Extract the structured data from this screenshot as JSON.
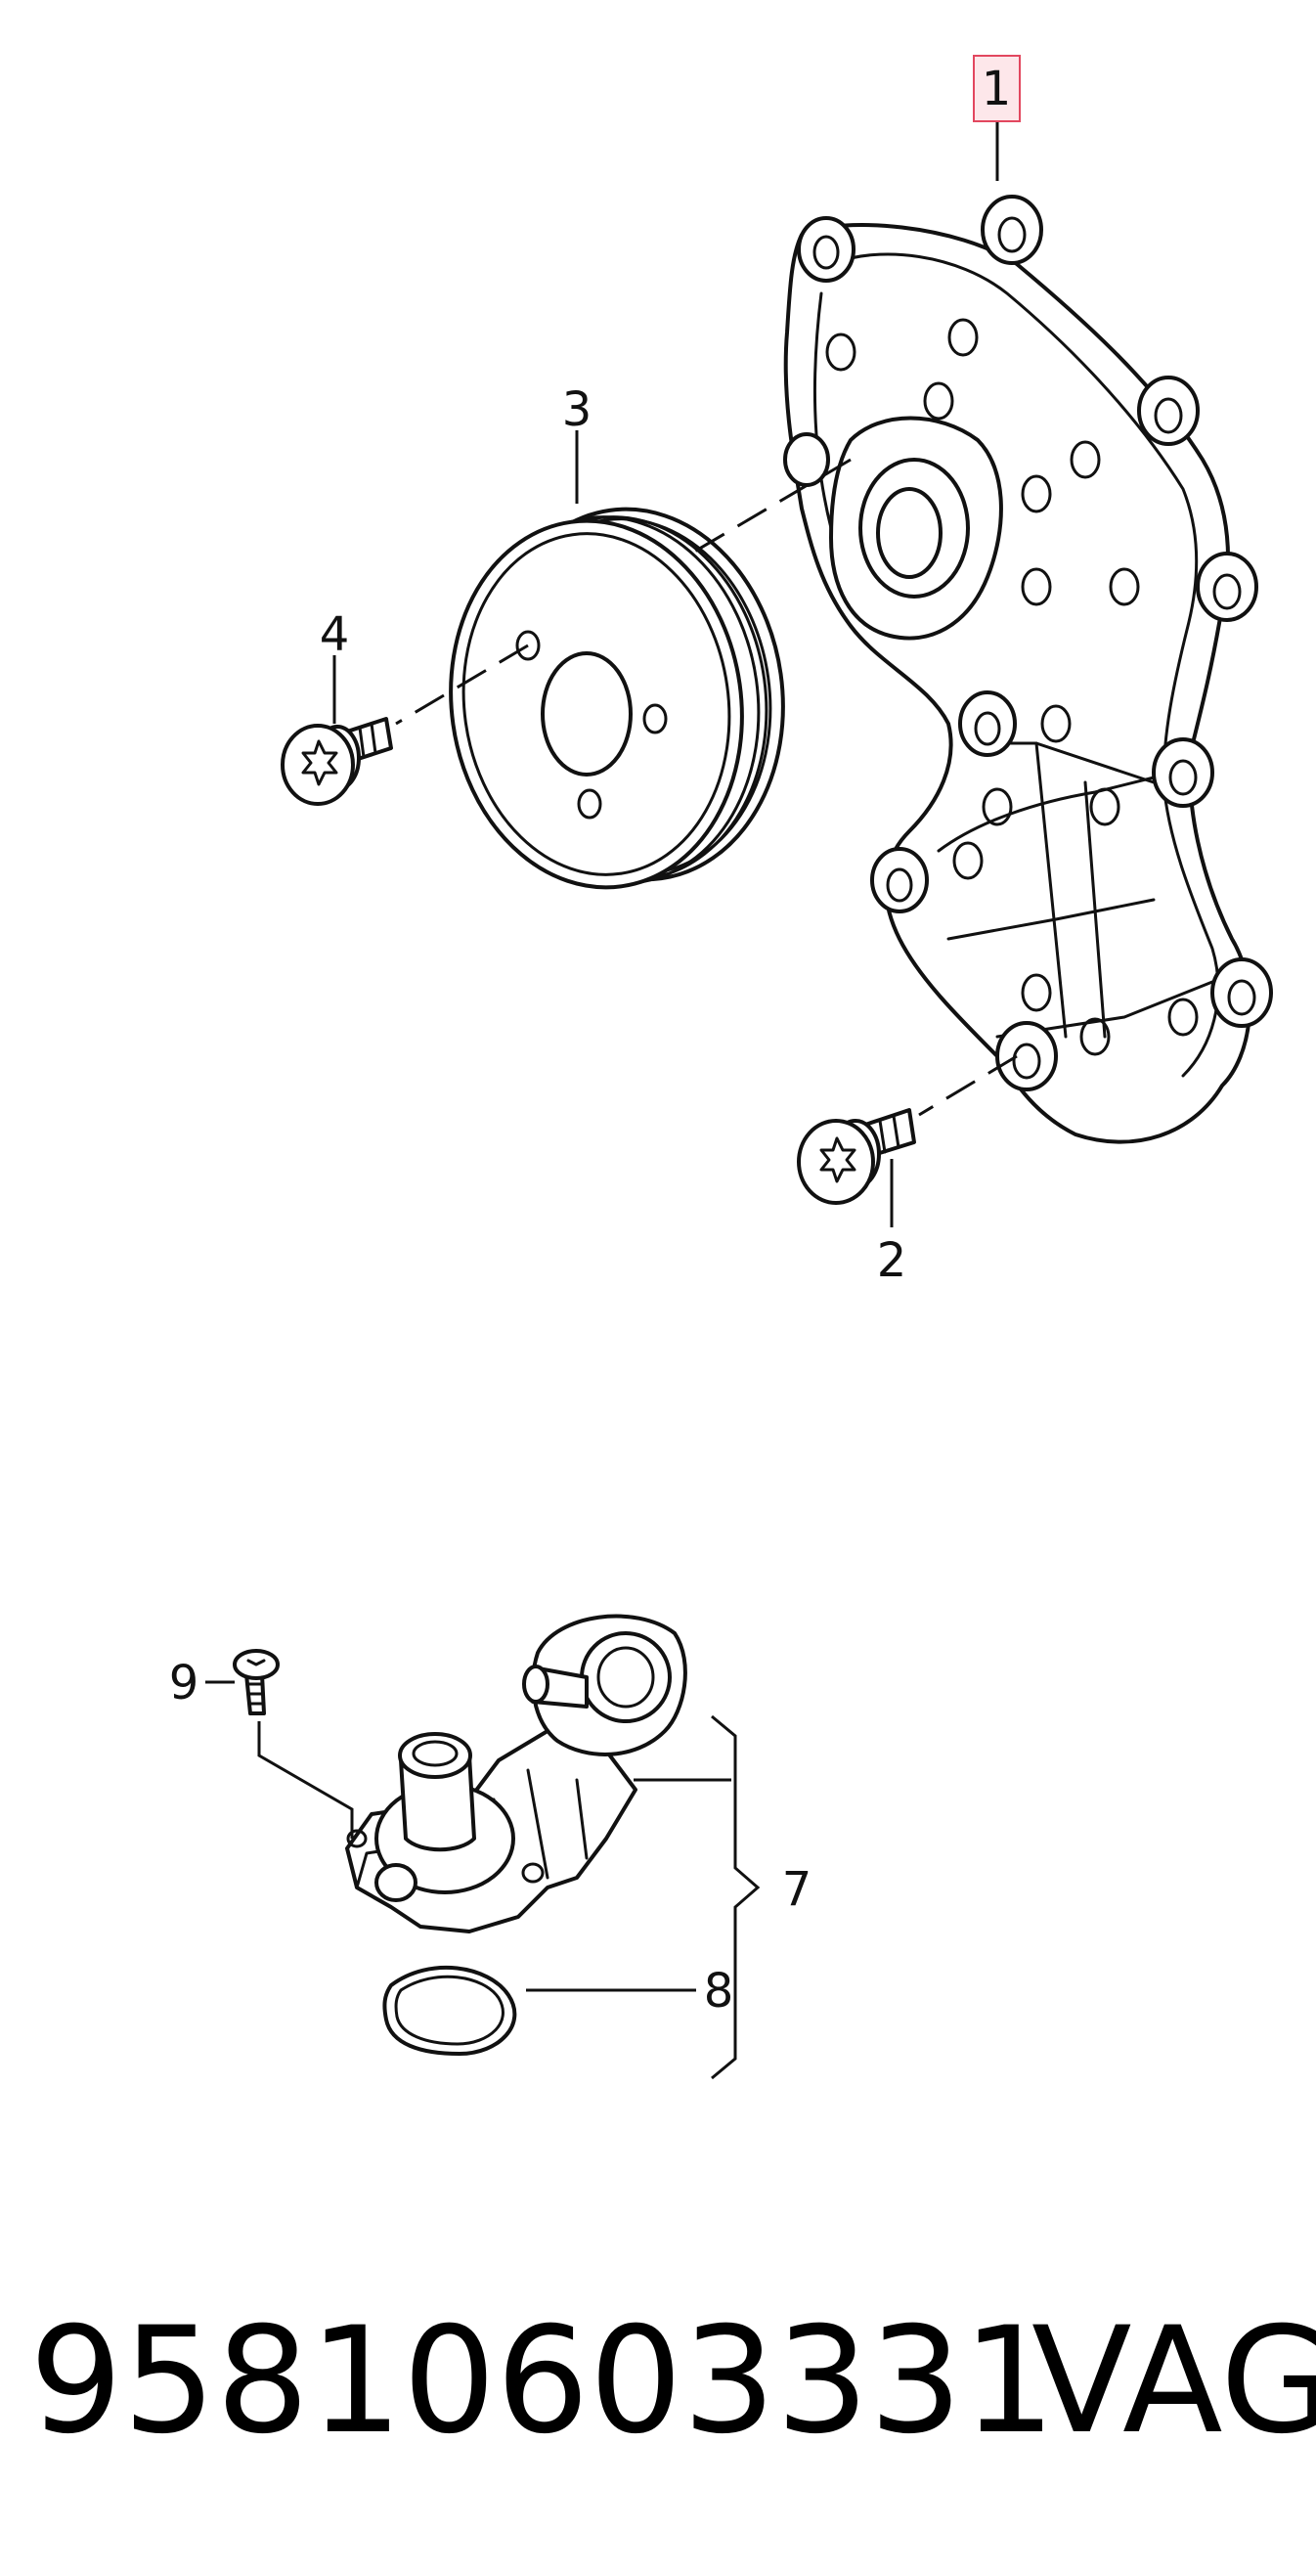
{
  "callouts": {
    "c1": "1",
    "c2": "2",
    "c3": "3",
    "c4": "4",
    "c7": "7",
    "c8": "8",
    "c9": "9"
  },
  "footer": {
    "part_number": "95810603331",
    "brand": "VAG"
  },
  "colors": {
    "highlight_fill": "#fde7ea",
    "highlight_border": "#e2475f"
  }
}
